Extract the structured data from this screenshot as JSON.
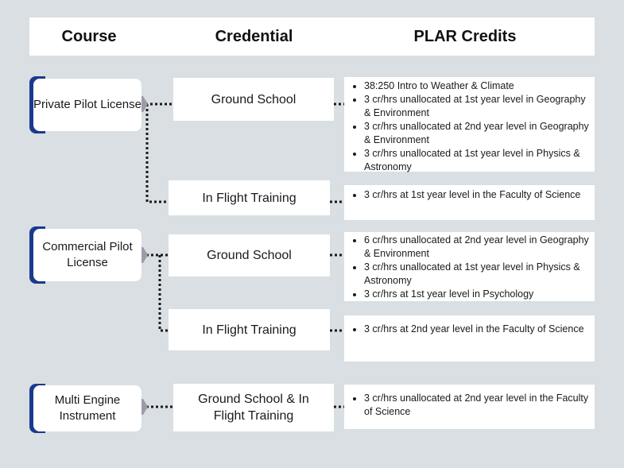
{
  "header": {
    "course": "Course",
    "credential": "Credential",
    "plar": "PLAR Credits"
  },
  "courses": [
    {
      "label": "Private Pilot License",
      "credentials": [
        {
          "label": "Ground School",
          "plar": [
            "38:250 Intro to Weather & Climate",
            "3 cr/hrs unallocated at 1st year level in Geography & Environment",
            "3 cr/hrs unallocated at 2nd year level in Geography & Environment",
            "3 cr/hrs unallocated at 1st year level in Physics & Astronomy"
          ]
        },
        {
          "label": "In Flight Training",
          "plar": [
            "3 cr/hrs at 1st year level in the Faculty of Science"
          ]
        }
      ]
    },
    {
      "label": "Commercial Pilot License",
      "credentials": [
        {
          "label": "Ground School",
          "plar": [
            "6 cr/hrs unallocated at 2nd year level in Geography & Environment",
            "3 cr/hrs unallocated at 1st year level in Physics & Astronomy",
            "3 cr/hrs at 1st year level in Psychology"
          ]
        },
        {
          "label": "In Flight Training",
          "plar": [
            "3 cr/hrs at 2nd year level in the Faculty of Science"
          ]
        }
      ]
    },
    {
      "label": "Multi Engine Instrument",
      "credentials": [
        {
          "label": "Ground School & In Flight Training",
          "plar": [
            "3 cr/hrs unallocated at 2nd year level in the Faculty of Science"
          ]
        }
      ]
    }
  ],
  "colors": {
    "background": "#d9dfe2",
    "accent": "#1a3a8f",
    "arrow": "#9a9ca8"
  }
}
